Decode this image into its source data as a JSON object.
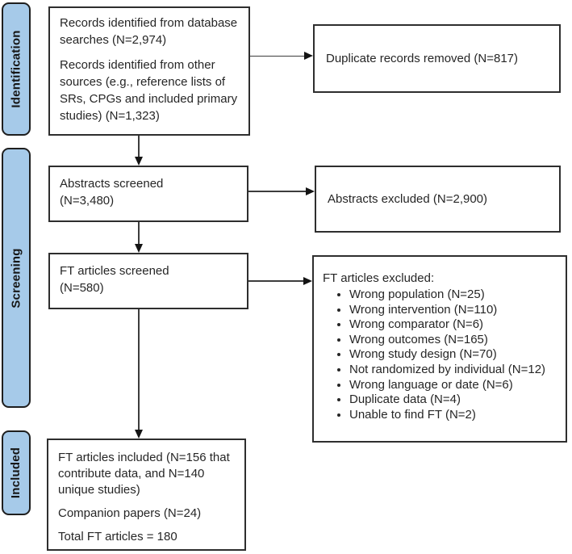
{
  "stages": [
    {
      "label": "Identification"
    },
    {
      "label": "Screening"
    },
    {
      "label": "Included"
    }
  ],
  "boxes": {
    "records_identified": {
      "paragraphs": [
        [
          "Records identified from database",
          "searches (N=2,974)"
        ],
        [
          "Records identified from other",
          "sources (e.g., reference lists of",
          "SRs, CPGs and included primary",
          "studies) (N=1,323)"
        ]
      ]
    },
    "duplicates_removed": {
      "text": "Duplicate records removed (N=817)"
    },
    "abstracts_screened": {
      "lines": [
        "Abstracts screened",
        "(N=3,480)"
      ]
    },
    "abstracts_excluded": {
      "text": "Abstracts excluded (N=2,900)"
    },
    "ft_screened": {
      "lines": [
        "FT articles screened",
        "(N=580)"
      ]
    },
    "ft_excluded": {
      "title": "FT articles excluded:",
      "items": [
        "Wrong population (N=25)",
        "Wrong intervention (N=110)",
        "Wrong comparator (N=6)",
        "Wrong outcomes (N=165)",
        "Wrong study design (N=70)",
        "Not randomized by individual (N=12)",
        "Wrong language or date (N=6)",
        "Duplicate data (N=4)",
        "Unable to find FT (N=2)"
      ]
    },
    "ft_included": {
      "paragraphs": [
        [
          "FT articles included (N=156 that",
          "contribute data, and N=140",
          "unique studies)"
        ],
        [
          "Companion papers (N=24)"
        ],
        [
          "Total FT articles = 180"
        ]
      ]
    }
  },
  "colors": {
    "stage_fill": "#a6cae9",
    "stage_border": "#1f1f1f",
    "box_border": "#2e2e2e",
    "arrow": "#3d3d3d",
    "text": "#262626"
  }
}
